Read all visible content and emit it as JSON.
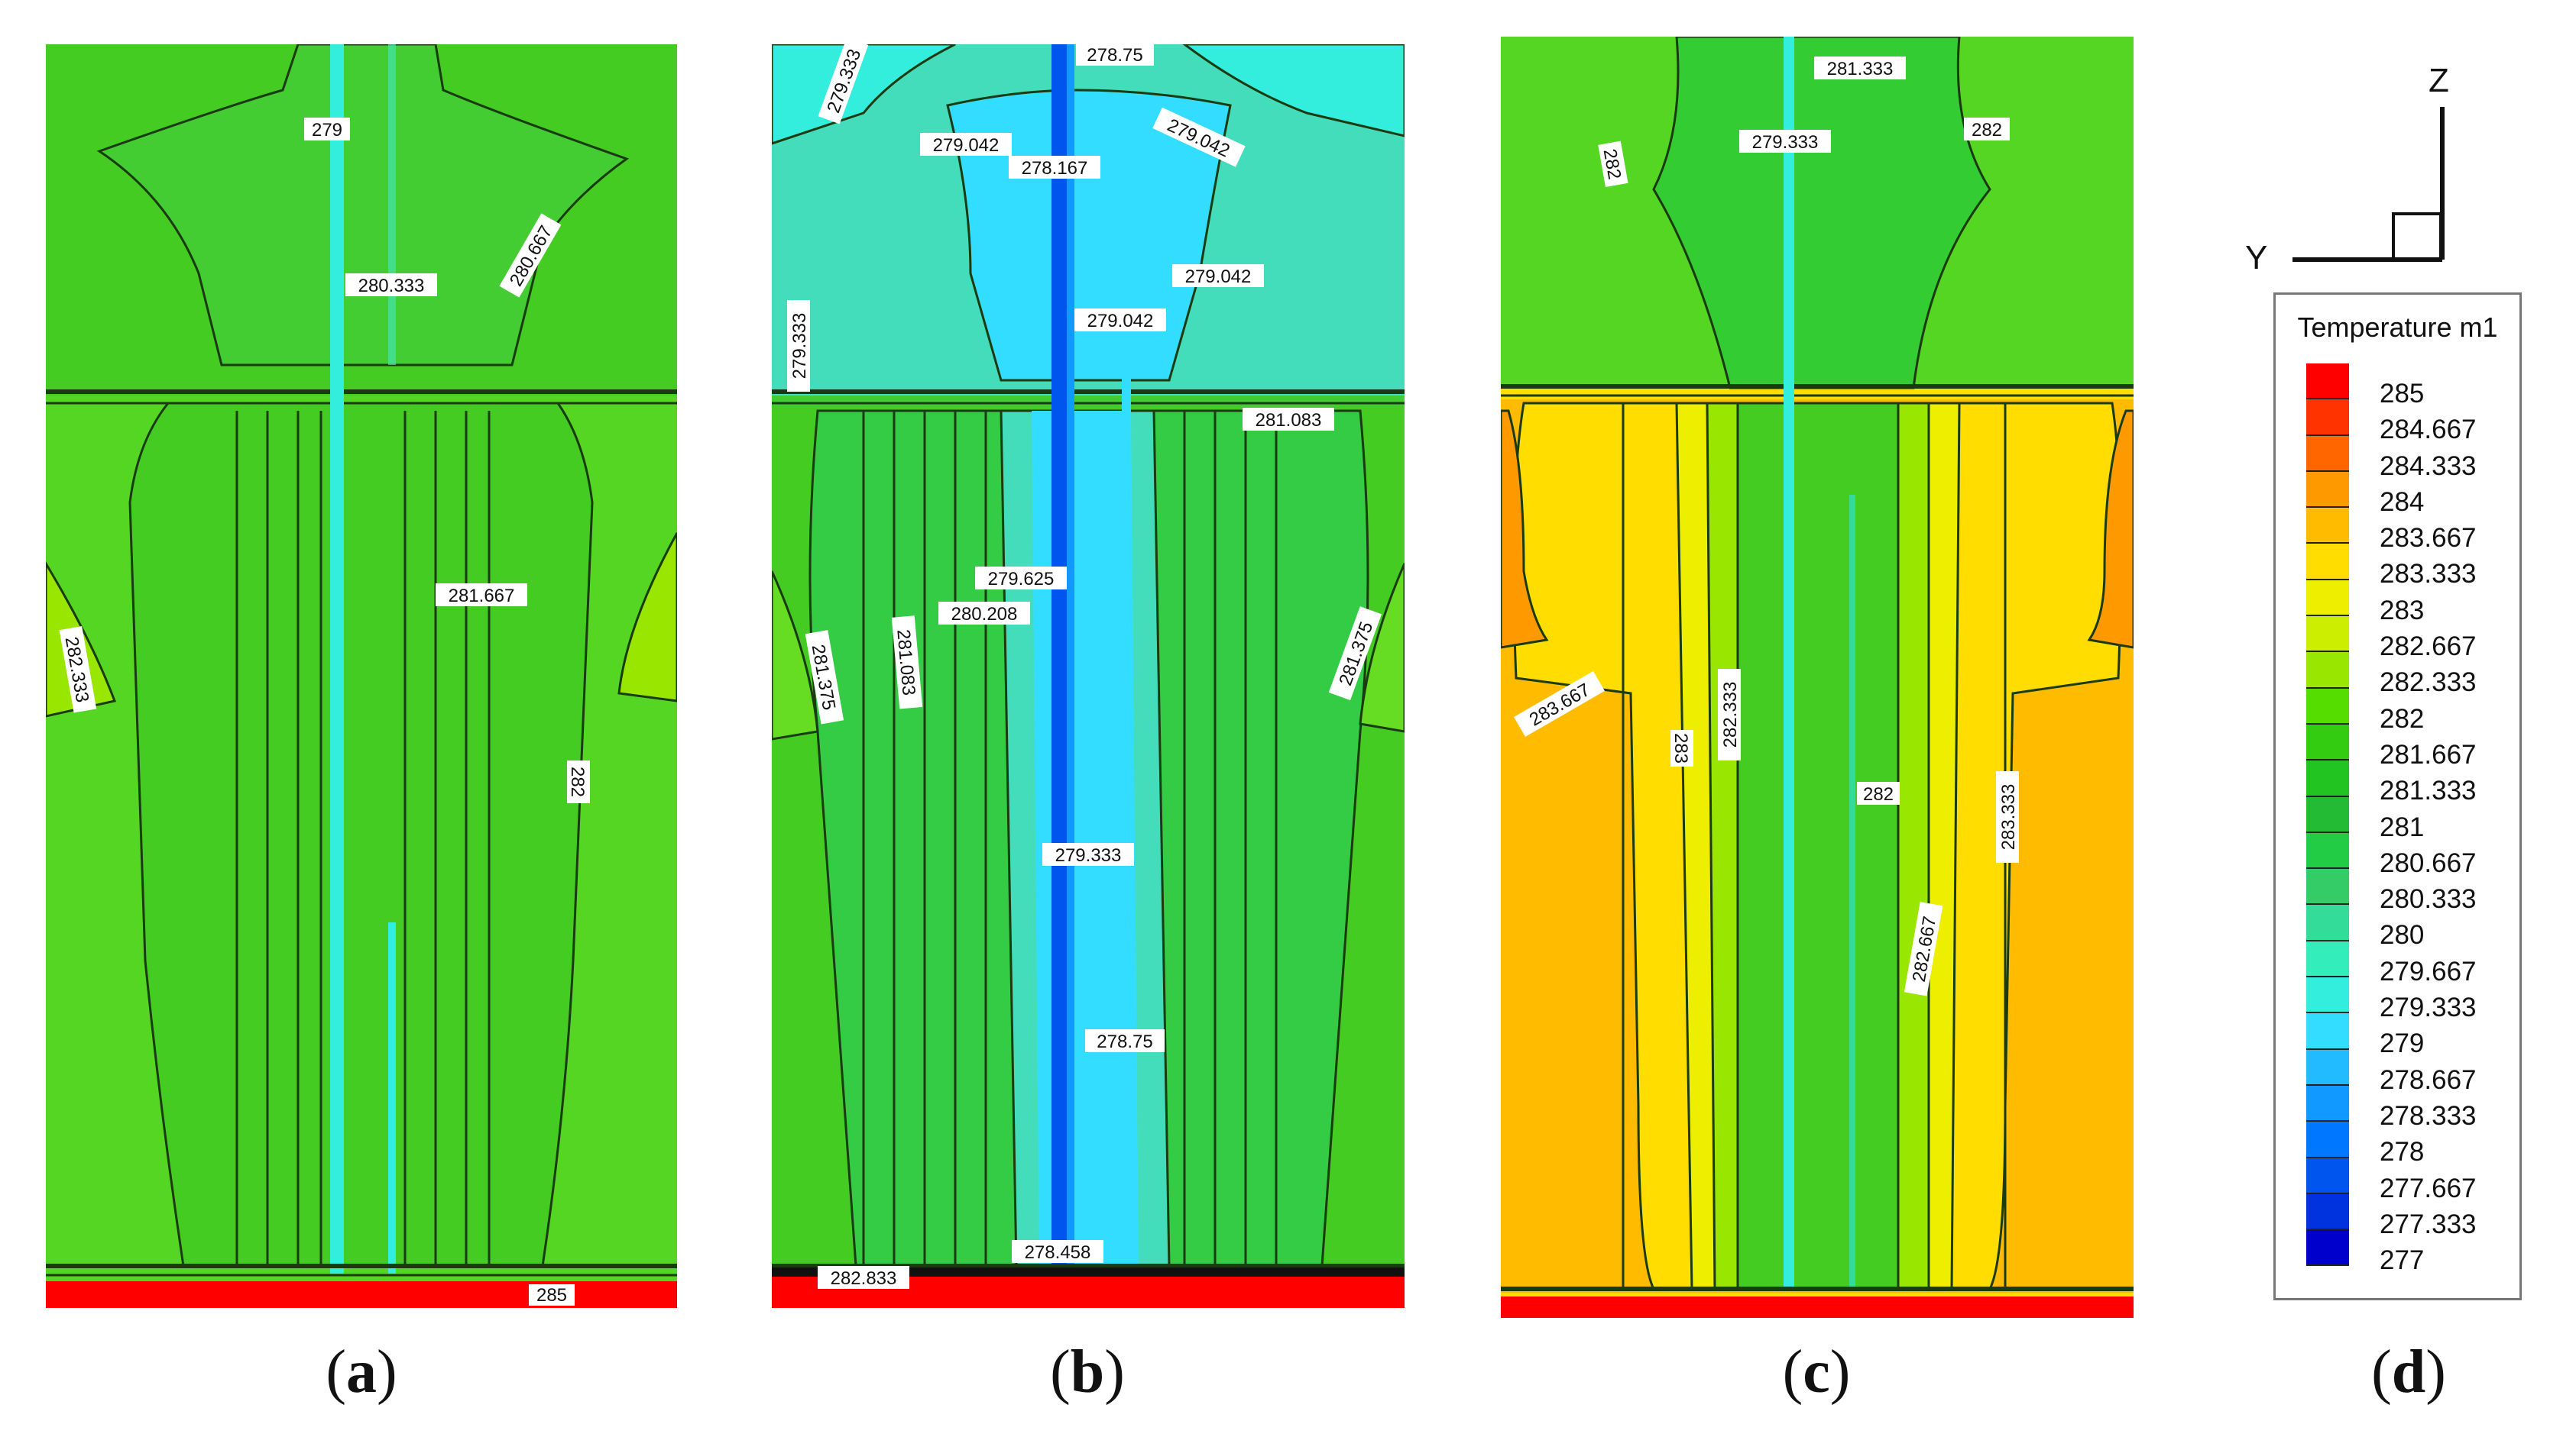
{
  "panels": [
    {
      "caption": "a",
      "labels": [
        "279",
        "280.667",
        "280.333",
        "281.667",
        "282.333",
        "282",
        "285"
      ]
    },
    {
      "caption": "b",
      "labels": [
        "279.333",
        "278.75",
        "279.042",
        "278.167",
        "279.042",
        "279.042",
        "279.042",
        "279.333",
        "281.083",
        "279.625",
        "280.208",
        "281.083",
        "281.375",
        "281.375",
        "279.333",
        "278.75",
        "278.458",
        "282.833"
      ]
    },
    {
      "caption": "c",
      "labels": [
        "281.333",
        "282",
        "279.333",
        "282",
        "283.667",
        "282.333",
        "283",
        "282",
        "283.333",
        "282.667"
      ]
    }
  ],
  "axes": {
    "z_label": "Z",
    "y_label": "Y"
  },
  "legend": {
    "title": "Temperature m1",
    "levels": [
      {
        "value": "285",
        "color": "#ff0000"
      },
      {
        "value": "284.667",
        "color": "#ff3300"
      },
      {
        "value": "284.333",
        "color": "#ff6600"
      },
      {
        "value": "284",
        "color": "#ff9900"
      },
      {
        "value": "283.667",
        "color": "#ffbb00"
      },
      {
        "value": "283.333",
        "color": "#ffdd00"
      },
      {
        "value": "283",
        "color": "#eeee00"
      },
      {
        "value": "282.667",
        "color": "#ccee00"
      },
      {
        "value": "282.333",
        "color": "#99e600"
      },
      {
        "value": "282",
        "color": "#55dd00"
      },
      {
        "value": "281.667",
        "color": "#33cc11"
      },
      {
        "value": "281.333",
        "color": "#22c422"
      },
      {
        "value": "281",
        "color": "#22bb33"
      },
      {
        "value": "280.667",
        "color": "#22cc44"
      },
      {
        "value": "280.333",
        "color": "#33cc66"
      },
      {
        "value": "280",
        "color": "#33dd99"
      },
      {
        "value": "279.667",
        "color": "#33eebb"
      },
      {
        "value": "279.333",
        "color": "#33eedd"
      },
      {
        "value": "279",
        "color": "#33ddff"
      },
      {
        "value": "278.667",
        "color": "#22bbff"
      },
      {
        "value": "278.333",
        "color": "#1199ff"
      },
      {
        "value": "278",
        "color": "#0077ff"
      },
      {
        "value": "277.667",
        "color": "#0055ee"
      },
      {
        "value": "277.333",
        "color": "#0033dd"
      },
      {
        "value": "277",
        "color": "#0000cc"
      }
    ]
  },
  "legend_caption": "d"
}
